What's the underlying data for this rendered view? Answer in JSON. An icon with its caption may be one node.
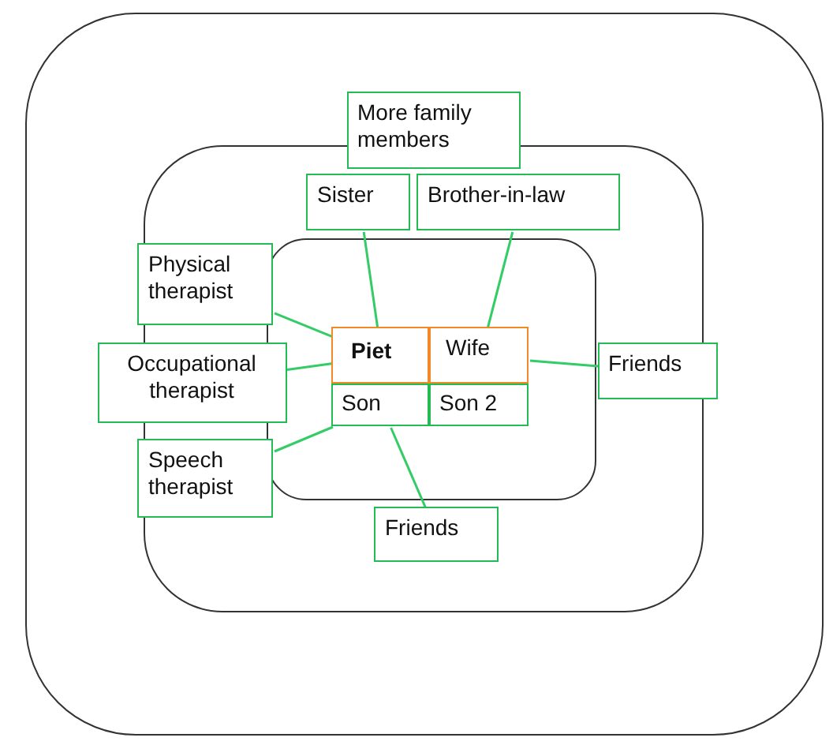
{
  "diagram": {
    "nodes": [
      {
        "text": [],
        "shape": "box"
      },
      {
        "text": [],
        "shape": "box",
        "in": 0
      },
      {
        "text": [],
        "shape": "box",
        "in": 1
      },
      {
        "text": [
          "More family members"
        ],
        "in": 0
      },
      {
        "text": [
          "Sister"
        ],
        "in": 1
      },
      {
        "text": [
          "Brother-in-law"
        ],
        "in": 1
      },
      {
        "text": [
          "Physical therapist"
        ],
        "in": 1
      },
      {
        "text": [
          "Occupational therapist"
        ],
        "in": 0
      },
      {
        "text": [
          "Speech therapist"
        ],
        "in": 1
      },
      {
        "text": [
          "Piet"
        ],
        "in": 2
      },
      {
        "text": [
          "Wife"
        ],
        "in": 2
      },
      {
        "text": [
          "Son"
        ],
        "in": 2
      },
      {
        "text": [
          "Son 2"
        ],
        "in": 2
      },
      {
        "text": [
          "Friends"
        ],
        "in": 0
      },
      {
        "text": [
          "Friends"
        ],
        "in": 1
      }
    ],
    "edges": [
      {
        "from": 4,
        "to": 9,
        "arrow": "none"
      },
      {
        "from": 5,
        "to": 10,
        "arrow": "none"
      },
      {
        "from": 6,
        "to": 9,
        "arrow": "none"
      },
      {
        "from": 7,
        "to": 9,
        "arrow": "none"
      },
      {
        "from": 8,
        "to": 11,
        "arrow": "none"
      },
      {
        "from": 13,
        "to": 10,
        "arrow": "none"
      },
      {
        "from": 14,
        "to": 11,
        "arrow": "none"
      }
    ]
  }
}
